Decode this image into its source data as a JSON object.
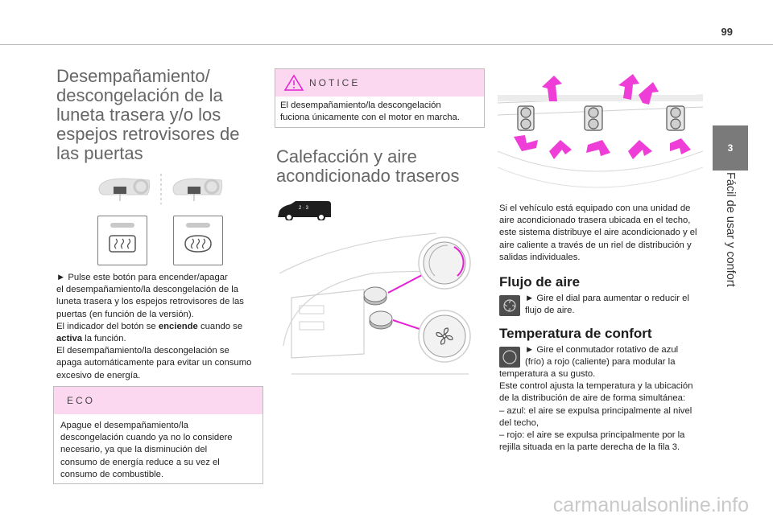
{
  "page": {
    "number": "99"
  },
  "side_tab": {
    "chapter": "3",
    "title": "Fácil de usar y confort"
  },
  "defrost": {
    "title_lines": [
      "Desempañamiento/",
      "descongelación de la",
      "luneta trasera y/o los",
      "espejos retrovisores de",
      "las puertas"
    ],
    "instruction_lines": [
      "► Pulse este botón para encender/apagar",
      "el desempañamiento/la descongelación de la",
      "luneta trasera y los espejos retrovisores de las",
      "puertas (en función de la versión)."
    ],
    "indicator": {
      "pre": "El indicador del botón se ",
      "bold1": "enciende",
      "mid": " cuando se",
      "bold2": "activa",
      "post": " la función."
    },
    "auto_lines": [
      "El desempañamiento/la descongelación se",
      "apaga automáticamente para evitar un consumo",
      "excesivo de energía."
    ],
    "eco": {
      "label": "ECO",
      "lines": [
        "Apague el desempañamiento/la",
        "descongelación cuando ya no lo considere",
        "necesario, ya que la disminución del",
        "consumo de energía reduce a su vez el",
        "consumo de combustible."
      ]
    }
  },
  "notice": {
    "label": "NOTICE",
    "lines": [
      "El desempañamiento/la descongelación",
      "fuciona únicamente con el motor en marcha."
    ]
  },
  "rear_ac": {
    "title_lines": [
      "Calefacción y aire",
      "acondicionado traseros"
    ],
    "intro_lines": [
      "Si el vehículo está equipado con una unidad de",
      "aire acondicionado trasera ubicada en el techo,",
      "este sistema distribuye el aire acondicionado y el",
      "aire caliente a través de un riel de distribución y",
      "salidas individuales."
    ]
  },
  "air_flow": {
    "heading": "Flujo de aire",
    "lines": [
      "► Gire el dial para aumentar o reducir el",
      "flujo de aire."
    ]
  },
  "comfort_temp": {
    "heading": "Temperatura de confort",
    "lines_indented": [
      "► Gire el conmutador rotativo de azul",
      "(frío) a rojo (caliente) para modular la"
    ],
    "lines": [
      "temperatura a su gusto.",
      "Este control ajusta la temperatura y la ubicación",
      "de la distribución de aire de forma simultánea:",
      "– azul: el aire se expulsa principalmente al nivel",
      "del techo,",
      "– rojo: el aire se expulsa principalmente por la",
      "rejilla situada en la parte derecha de la fila 3."
    ]
  },
  "watermark": "carmanualsonline.info",
  "colors": {
    "accent_pink": "#e51fd3",
    "tab_gray": "#7a7a7a",
    "notice_bg": "#fbd8f0"
  }
}
